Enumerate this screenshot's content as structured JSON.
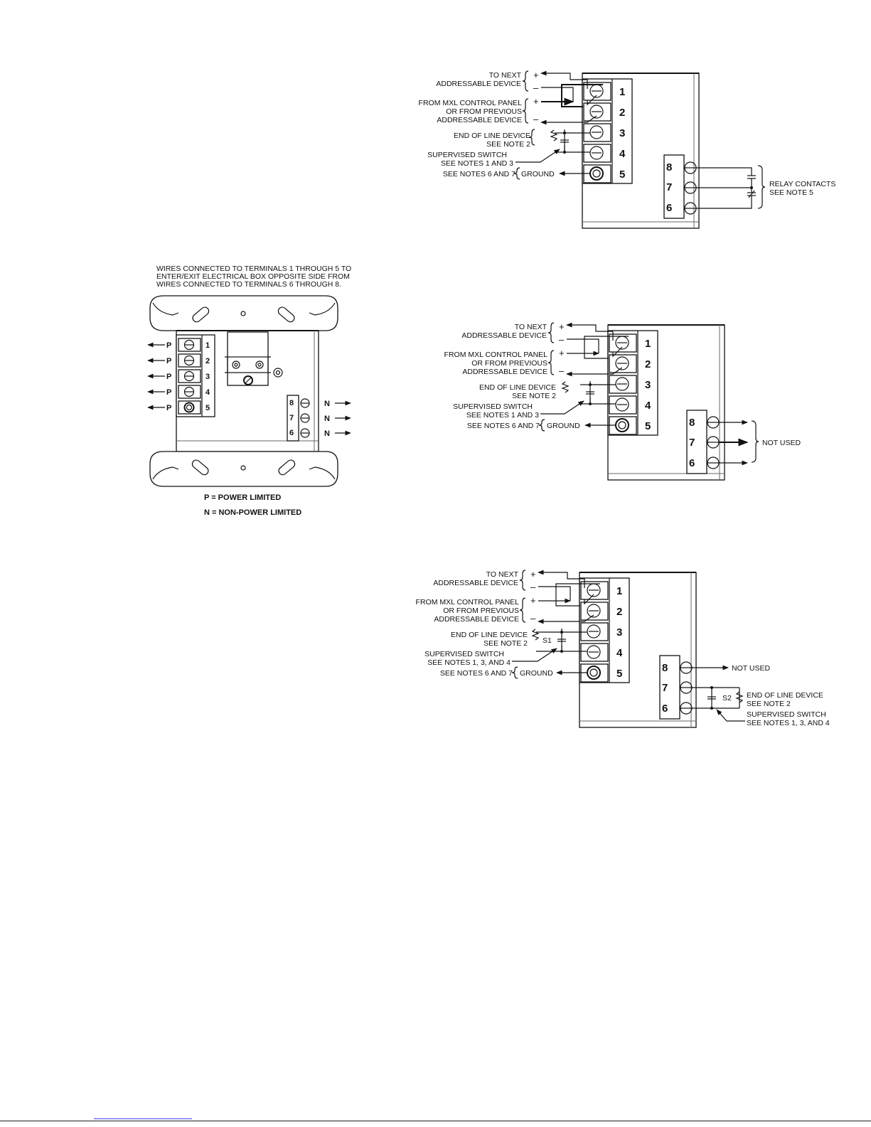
{
  "d1": {
    "to_next": [
      "TO NEXT",
      "ADDRESSABLE DEVICE"
    ],
    "from_panel": [
      "FROM MXL CONTROL PANEL",
      "OR FROM PREVIOUS",
      "ADDRESSABLE DEVICE"
    ],
    "eol": [
      "END OF LINE DEVICE",
      "SEE NOTE 2"
    ],
    "switch": [
      "SUPERVISED SWITCH",
      "SEE NOTES 1 AND 3"
    ],
    "notes": "SEE NOTES 6 AND 7",
    "ground": "GROUND",
    "relay": [
      "RELAY CONTACTS",
      "SEE NOTE 5"
    ]
  },
  "d2": {
    "header": [
      "WIRES CONNECTED TO TERMINALS 1 THROUGH 5 TO",
      "ENTER/EXIT ELECTRICAL BOX OPPOSITE SIDE FROM",
      "WIRES CONNECTED TO TERMINALS 6 THROUGH 8."
    ],
    "p": "P",
    "n": "N",
    "legend_p": "P = POWER LIMITED",
    "legend_n": "N = NON-POWER LIMITED"
  },
  "d3": {
    "to_next": [
      "TO NEXT",
      "ADDRESSABLE DEVICE"
    ],
    "from_panel": [
      "FROM MXL CONTROL PANEL",
      "OR FROM PREVIOUS",
      "ADDRESSABLE DEVICE"
    ],
    "eol": [
      "END OF LINE DEVICE",
      "SEE NOTE 2"
    ],
    "switch": [
      "SUPERVISED SWITCH",
      "SEE NOTES 1 AND 3"
    ],
    "notes": "SEE NOTES 6 AND 7",
    "ground": "GROUND",
    "not_used": "NOT USED"
  },
  "d4": {
    "to_next": [
      "TO NEXT",
      "ADDRESSABLE DEVICE"
    ],
    "from_panel": [
      "FROM MXL CONTROL PANEL",
      "OR FROM PREVIOUS",
      "ADDRESSABLE DEVICE"
    ],
    "eol": [
      "END OF LINE DEVICE",
      "SEE NOTE 2"
    ],
    "s1": "S1",
    "switch": [
      "SUPERVISED SWITCH",
      "SEE NOTES 1, 3, AND 4"
    ],
    "notes": "SEE NOTES 6 AND 7",
    "ground": "GROUND",
    "not_used": "NOT USED",
    "s2": "S2",
    "eol2": [
      "END OF LINE DEVICE",
      "SEE NOTE 2"
    ],
    "switch2": [
      "SUPERVISED SWITCH",
      "SEE NOTES 1, 3, AND 4"
    ]
  },
  "terminals": [
    "1",
    "2",
    "3",
    "4",
    "5"
  ],
  "relay_terminals": [
    "8",
    "7",
    "6"
  ],
  "plus": "+",
  "minus": "–"
}
